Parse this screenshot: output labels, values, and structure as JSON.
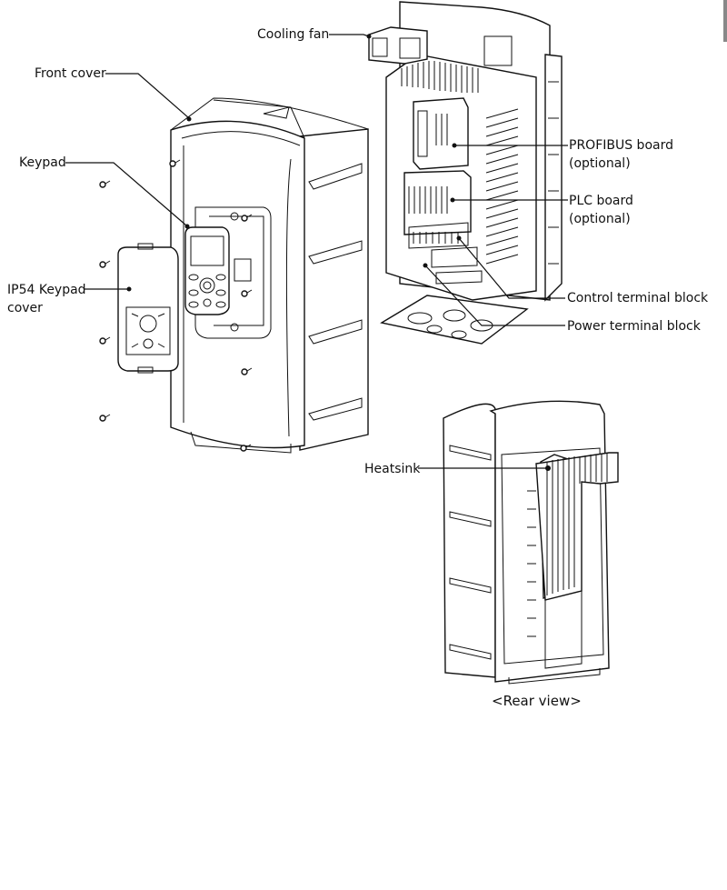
{
  "figure": {
    "type": "exploded-view-diagram",
    "subject": "Inverter drive components"
  },
  "labels": {
    "cooling_fan": "Cooling fan",
    "front_cover": "Front cover",
    "keypad": "Keypad",
    "ip54_keypad_cover_line1": "IP54 Keypad",
    "ip54_keypad_cover_line2": "cover",
    "profibus_board_line1": "PROFIBUS board",
    "profibus_board_line2": "(optional)",
    "plc_board_line1": "PLC board",
    "plc_board_line2": "(optional)",
    "control_terminal_block": "Control terminal block",
    "power_terminal_block": "Power terminal block",
    "heatsink": "Heatsink",
    "rear_view_caption": "<Rear  view>"
  },
  "colors": {
    "line": "#111111",
    "background": "#ffffff",
    "edge_bar": "#888888"
  }
}
